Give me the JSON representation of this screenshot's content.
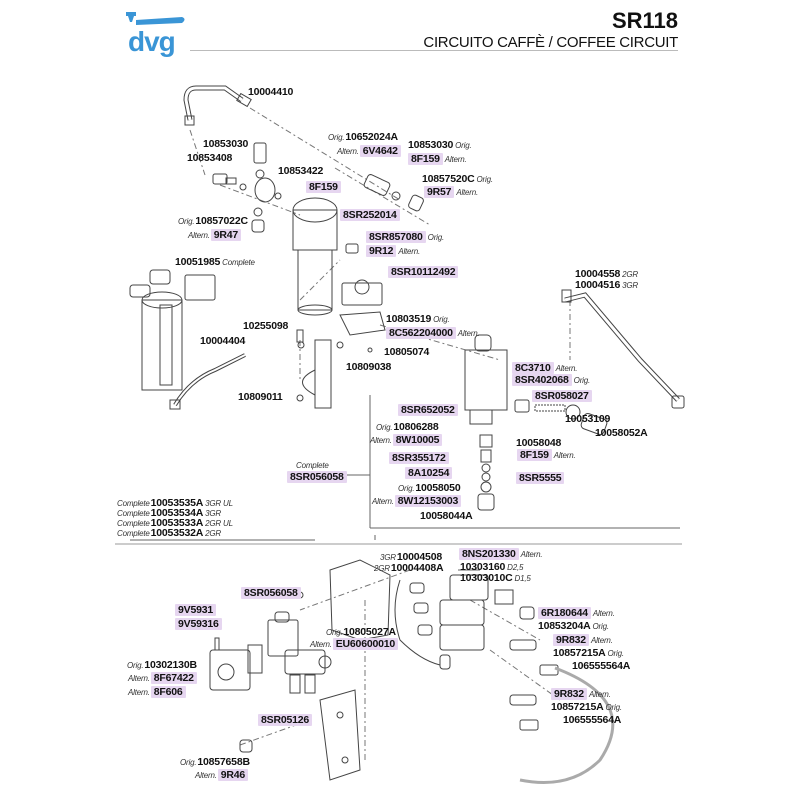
{
  "header": {
    "brand": "dvg",
    "model": "SR118",
    "subtitle": "CIRCUITO CAFFÈ / COFFEE CIRCUIT",
    "logo_icon": "portafilter-icon",
    "brand_color": "#3a95d6"
  },
  "highlight_color": "#e6d6f0",
  "labels": {
    "orig": "Orig.",
    "altern": "Altern.",
    "complete": "Complete"
  },
  "upper": {
    "p10004410": "10004410",
    "p10853030a": "10853030",
    "p10853408": "10853408",
    "p10853422": "10853422",
    "p8F159a": "8F159",
    "p10857022C": "10857022C",
    "p9R47": "9R47",
    "p10652024A": "10652024A",
    "p6V4642": "6V4642",
    "p10853030b": "10853030",
    "p8F159b": "8F159",
    "p10857520C": "10857520C",
    "p9R57": "9R57",
    "p8SR252014": "8SR252014",
    "p8SR857080": "8SR857080",
    "p9R12": "9R12",
    "p8SR10112492": "8SR10112492",
    "p10051985": "10051985",
    "p10255098": "10255098",
    "p10004404": "10004404",
    "p10803519": "10803519",
    "p8C562204000": "8C562204000",
    "p10805074": "10805074",
    "p10809038": "10809038",
    "p10809011": "10809011",
    "p10004558": "10004558",
    "p10004558_note": "2GR",
    "p10004516": "10004516",
    "p10004516_note": "3GR",
    "p8C3710": "8C3710",
    "p8SR402068": "8SR402068",
    "p8SR058027": "8SR058027",
    "p10053109": "10053109",
    "p10058052A": "10058052A",
    "p10058048": "10058048",
    "p8F159c": "8F159",
    "p8SR5555": "8SR5555",
    "p8SR652052": "8SR652052",
    "p10806288": "10806288",
    "p8W10005": "8W10005",
    "p8SR355172": "8SR355172",
    "p8A10254": "8A10254",
    "p10058050": "10058050",
    "p8W12153003": "8W12153003",
    "p10058044A": "10058044A",
    "p8SR056058": "8SR056058"
  },
  "complete_list": [
    {
      "code": "10053535A",
      "note": "3GR UL"
    },
    {
      "code": "10053534A",
      "note": "3GR"
    },
    {
      "code": "10053533A",
      "note": "2GR UL"
    },
    {
      "code": "10053532A",
      "note": "2GR"
    }
  ],
  "lower": {
    "p10004508": "10004508",
    "p10004508_note": "3GR",
    "p10004408A": "10004408A",
    "p10004408A_note": "2GR",
    "p8NS201330": "8NS201330",
    "p10303160": "10303160",
    "p10303160_note": "D2,5",
    "p10303010C": "10303010C",
    "p10303010C_note": "D1,5",
    "p8SR056058": "8SR056058",
    "p9V5931": "9V5931",
    "p9V59316": "9V59316",
    "p10805027A": "10805027A",
    "pEU60600010": "EU60600010",
    "p10302130B": "10302130B",
    "p8F67422": "8F67422",
    "p8F606": "8F606",
    "p6R180644": "6R180644",
    "p10853204A": "10853204A",
    "p9R832a": "9R832",
    "p10857215Aa": "10857215A",
    "p106555564Aa": "106555564A",
    "p9R832b": "9R832",
    "p10857215Ab": "10857215A",
    "p106555564Ab": "106555564A",
    "p8SR05126": "8SR05126",
    "p10857658B": "10857658B",
    "p9R46": "9R46"
  }
}
